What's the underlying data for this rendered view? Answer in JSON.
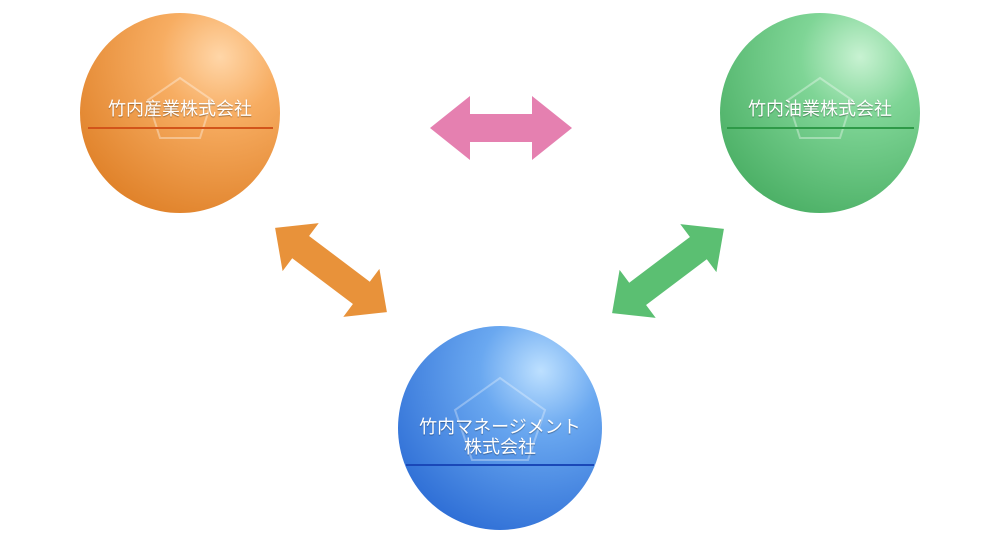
{
  "nodes": {
    "sangyo": {
      "label": "竹内産業株式会社",
      "color": "#e8923a"
    },
    "yugyo": {
      "label": "竹内油業株式会社",
      "color": "#5bbf72"
    },
    "management": {
      "line1": "竹内マネージメント",
      "line2": "株式会社",
      "color": "#3f86e0"
    }
  },
  "arrows": {
    "top": {
      "color": "#e580b0"
    },
    "left": {
      "color": "#e8923a"
    },
    "right": {
      "color": "#5bbf72"
    }
  }
}
